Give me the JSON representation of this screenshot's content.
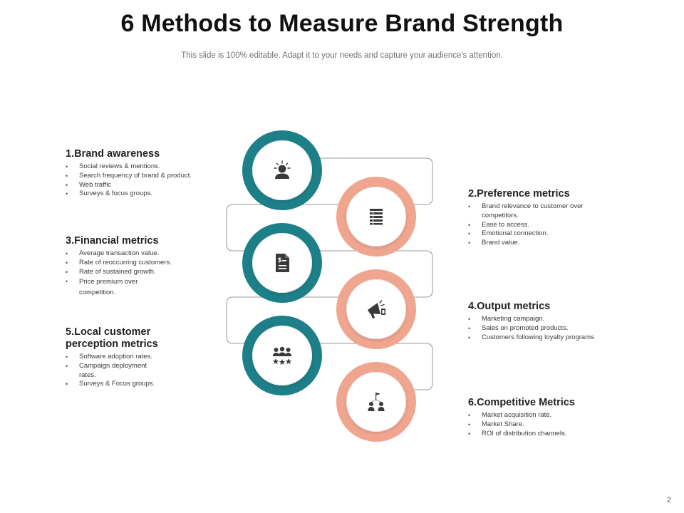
{
  "slide": {
    "title": "6 Methods to Measure Brand Strength",
    "subtitle": "This slide is 100% editable. Adapt it to your needs and capture your audience's attention.",
    "page_number": "2"
  },
  "colors": {
    "teal": "#1d7f88",
    "salmon": "#f0a58f",
    "icon": "#3a3a3a",
    "connector": "#9a9a9a"
  },
  "methods": [
    {
      "title": "1.Brand awareness",
      "icon": "person-sun-icon",
      "bullets": [
        "Social reviews & mentions.",
        "Search frequency of brand & product.",
        "Web traffic",
        "Surveys & focus groups."
      ]
    },
    {
      "title": "2.Preference metrics",
      "icon": "list-table-icon",
      "bullets": [
        "Brand relevance to customer over competitors.",
        "Ease to access.",
        "Emotional  connection.",
        "Brand value."
      ]
    },
    {
      "title": "3.Financial metrics",
      "icon": "dollar-document-icon",
      "bullets": [
        "Average transaction value.",
        "Rate of reoccurring customers.",
        "Rate of sustained growth.",
        "Price premium  over competition."
      ]
    },
    {
      "title": "4.Output metrics",
      "icon": "megaphone-icon",
      "bullets": [
        "Marketing campaign.",
        "Sales on promoted products.",
        "Customers following loyalty programs"
      ]
    },
    {
      "title": "5.Local customer perception metrics",
      "icon": "people-stars-icon",
      "bullets": [
        "Software adoption rates.",
        "Campaign  deployment rates.",
        "Surveys & Focus groups."
      ]
    },
    {
      "title": "6.Competitive Metrics",
      "icon": "people-flag-icon",
      "bullets": [
        "Market acquisition rate.",
        "Market Share.",
        "ROI  of distribution channels."
      ]
    }
  ]
}
